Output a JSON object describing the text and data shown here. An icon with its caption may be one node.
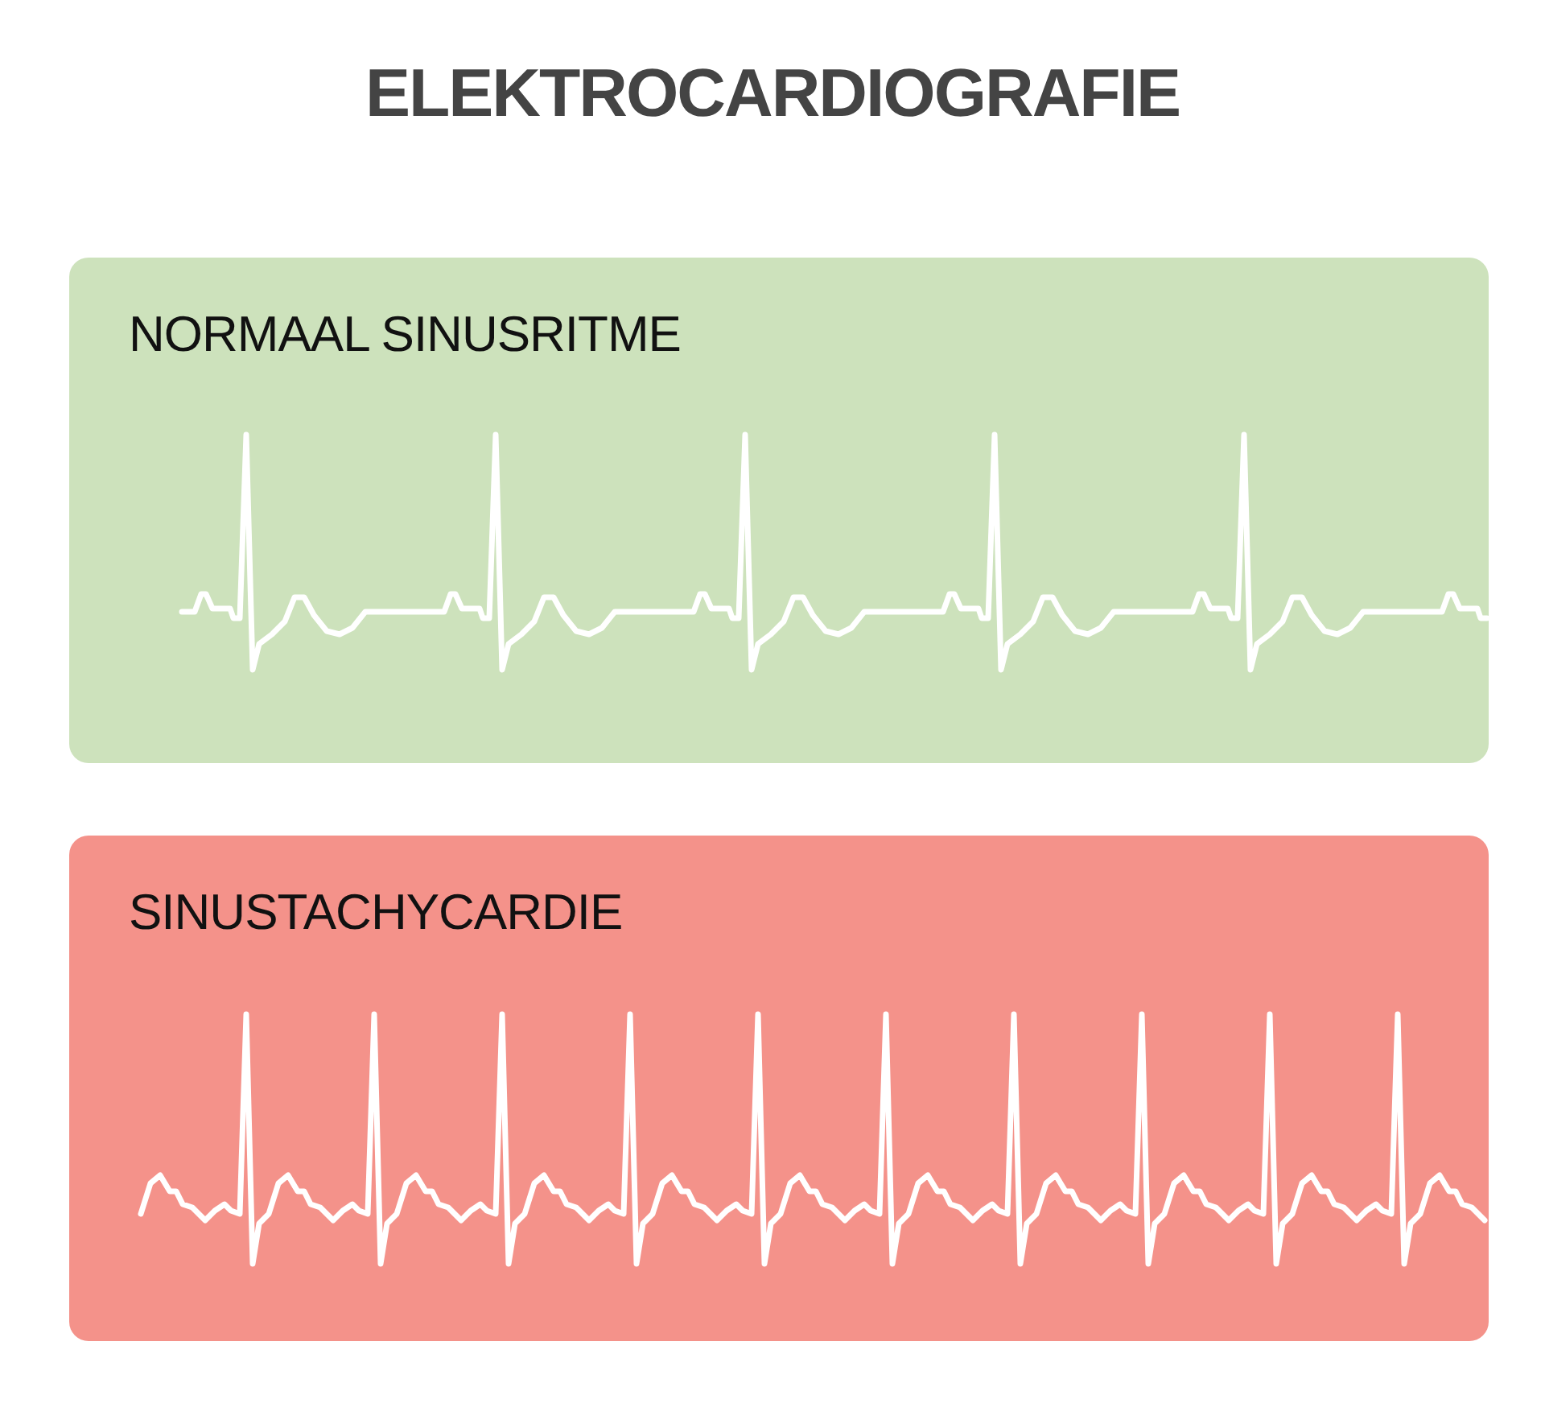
{
  "diagram": {
    "title": "ELEKTROCARDIOGRAFIE",
    "nodes": [
      {
        "text": [
          "NORMAAL SINUSRITME"
        ]
      },
      {
        "text": [
          "SINUSTACHYCARDIE"
        ]
      }
    ]
  }
}
